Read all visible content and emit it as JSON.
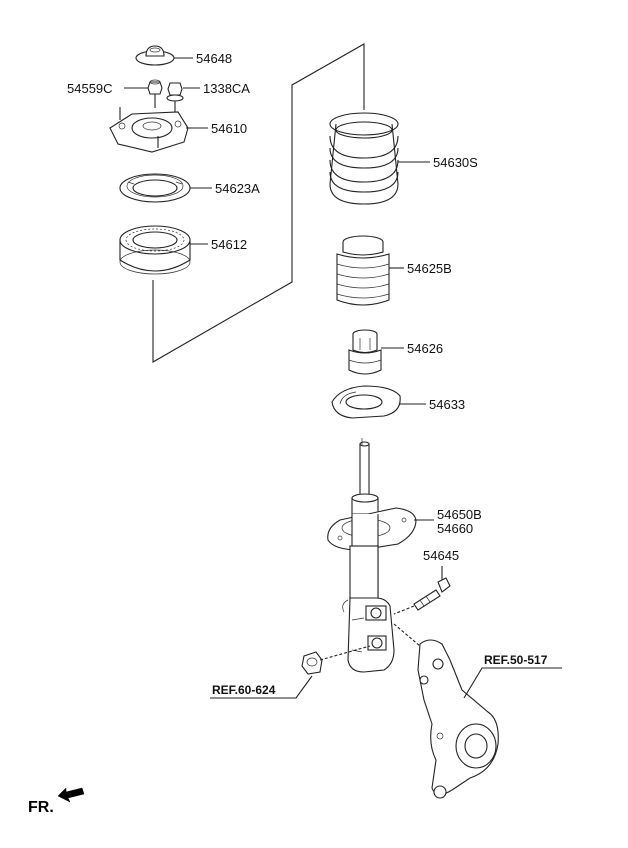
{
  "labels": {
    "p54648": "54648",
    "p54559c": "54559C",
    "p1338ca": "1338CA",
    "p54610": "54610",
    "p54623a": "54623A",
    "p54612": "54612",
    "p54630s": "54630S",
    "p54625b": "54625B",
    "p54626": "54626",
    "p54633": "54633",
    "p54650b": "54650B",
    "p54660": "54660",
    "p54645": "54645",
    "ref_50_517": "REF.50-517",
    "ref_60_624": "REF.60-624",
    "fr": "FR."
  }
}
